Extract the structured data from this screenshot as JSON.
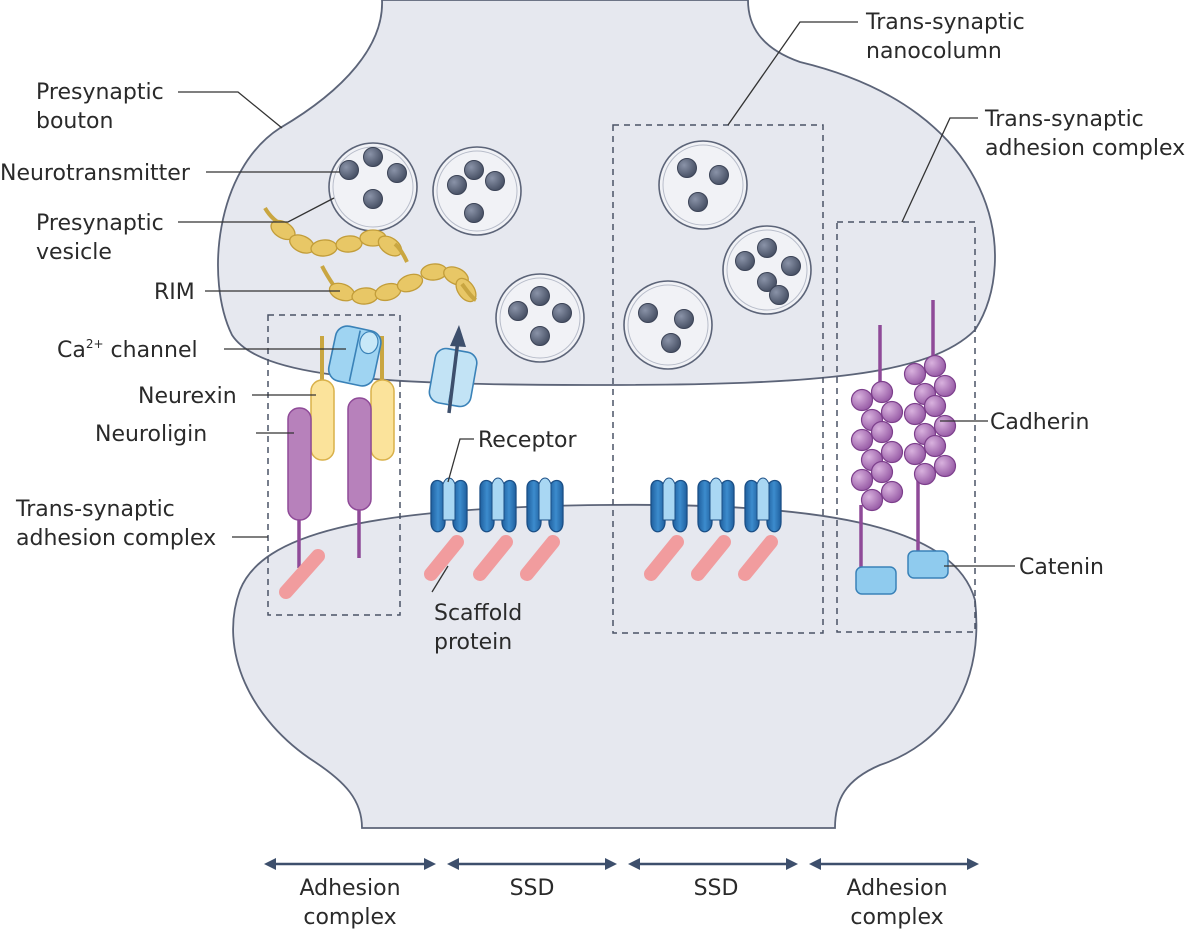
{
  "labels": {
    "presynaptic_bouton": [
      "Presynaptic",
      "bouton"
    ],
    "neurotransmitter": "Neurotransmitter",
    "presynaptic_vesicle": [
      "Presynaptic",
      "vesicle"
    ],
    "rim": "RIM",
    "ca_channel": {
      "base": "Ca",
      "sup": "2+",
      "rest": " channel"
    },
    "neurexin": "Neurexin",
    "neuroligin": "Neuroligin",
    "trans_synaptic_adhesion_left": [
      "Trans-synaptic",
      "adhesion complex"
    ],
    "receptor": "Receptor",
    "scaffold_protein": [
      "Scaffold",
      "protein"
    ],
    "trans_synaptic_nanocolumn": [
      "Trans-synaptic",
      "nanocolumn"
    ],
    "trans_synaptic_adhesion_right": [
      "Trans-synaptic",
      "adhesion complex"
    ],
    "cadherin": "Cadherin",
    "catenin": "Catenin"
  },
  "bottom_axis": [
    {
      "line1": "Adhesion",
      "line2": "complex"
    },
    {
      "line1": "SSD",
      "line2": ""
    },
    {
      "line1": "SSD",
      "line2": ""
    },
    {
      "line1": "Adhesion",
      "line2": "complex"
    }
  ],
  "colors": {
    "membrane": "#e6e8ef",
    "membrane_edge": "#5c6478",
    "vesicle": "#f1f2f6",
    "neurotransmitter": "#5b6478",
    "rim": "#e8c766",
    "neurexin": "#fbe39b",
    "neuroligin": "#b781bb",
    "channel": "#9fd4f2",
    "receptor": "#2f77b8",
    "scaffold": "#f19c9e",
    "cadherin": "#b17bc0",
    "catenin": "#8fcbee",
    "arrow": "#3d4f6c"
  }
}
